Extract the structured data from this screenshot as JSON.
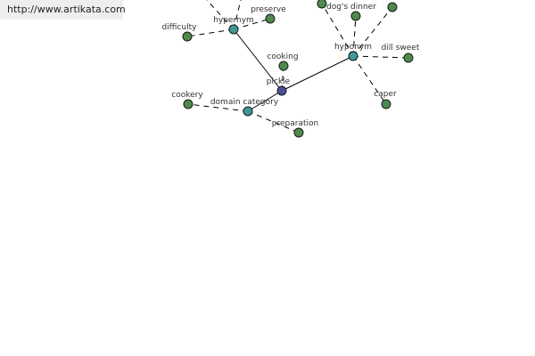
{
  "url": "http://www.artikata.com",
  "colors": {
    "central": "#4b4f9a",
    "relation": "#3f9898",
    "leaf": "#4e8a4e"
  },
  "nodes": {
    "center": "pickle",
    "hypernym_top": "hypernym",
    "hyponym": "hyponym",
    "domain_category": "domain category",
    "preserve": "preserve",
    "difficulty": "difficulty",
    "cooking": "cooking",
    "dogs_dinner": "dog's dinner",
    "dill_sweet": "dill sweet",
    "caper": "caper",
    "cookery": "cookery",
    "preparation": "preparation"
  }
}
